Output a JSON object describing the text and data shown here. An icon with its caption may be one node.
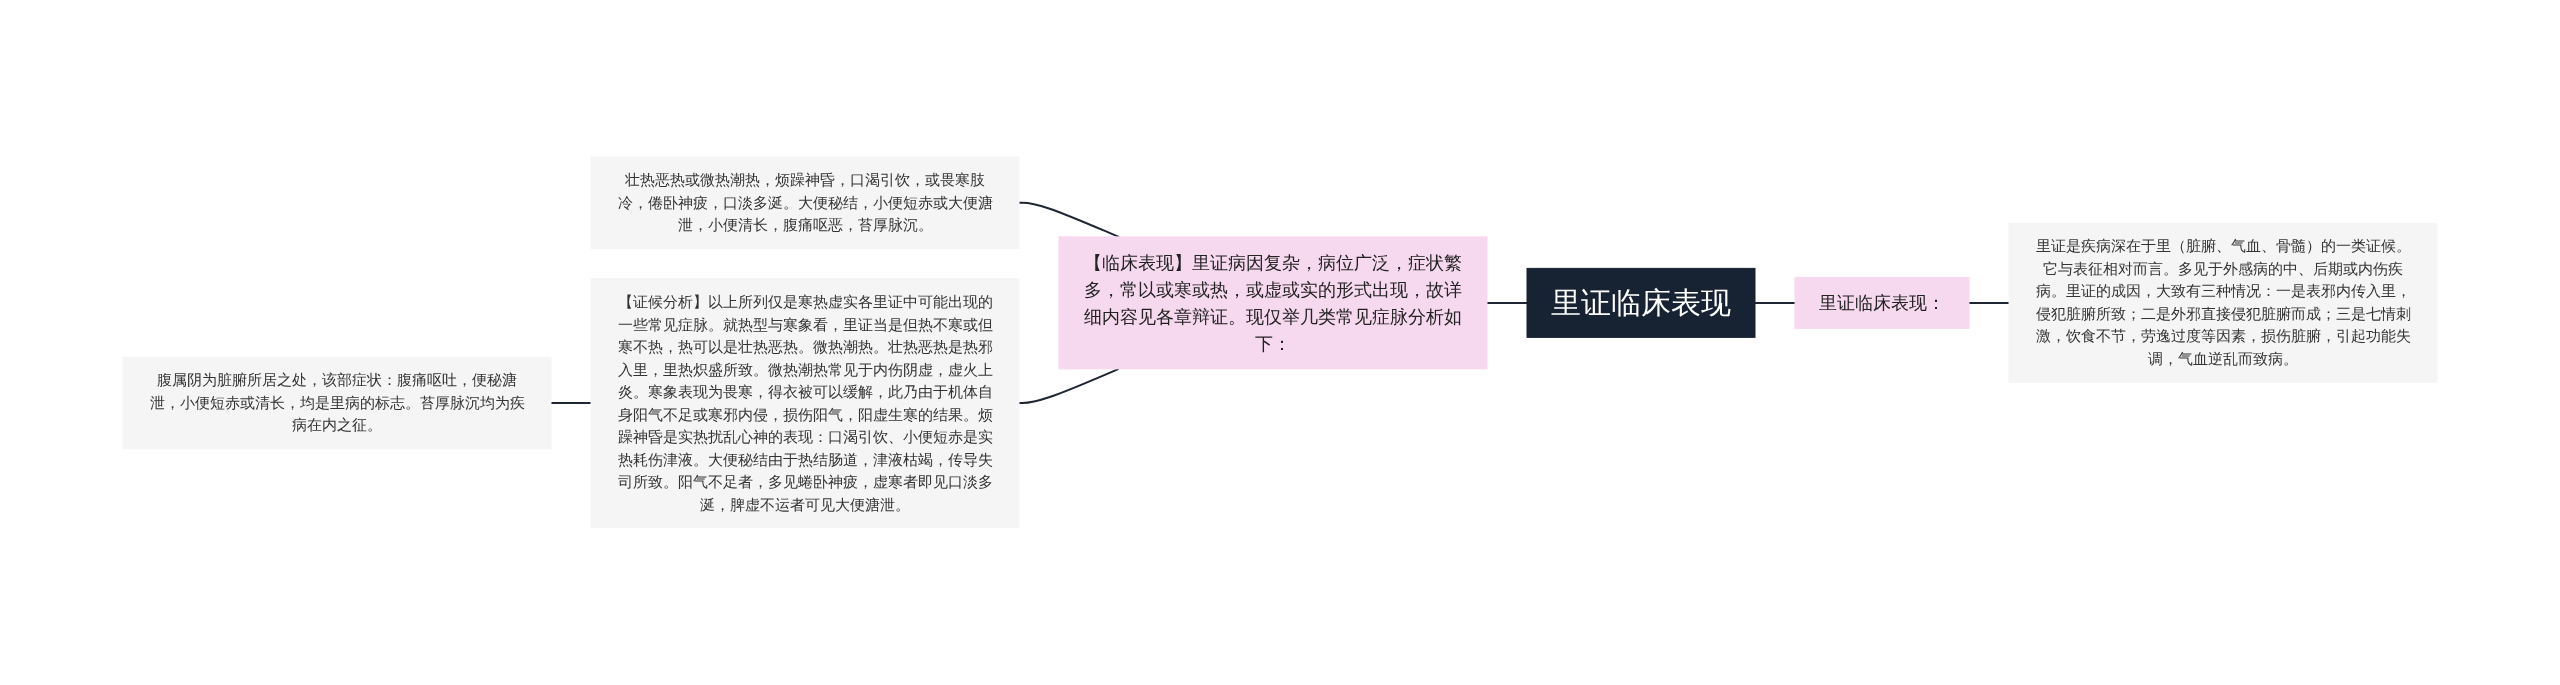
{
  "diagram": {
    "nodes": [
      {
        "text": [
          "里证临床表现"
        ]
      },
      {
        "text": [
          "里证临床表现："
        ]
      },
      {
        "text": [
          "里证是疾病深在于里（脏腑、气血、骨髓）的一类证候。它与表征相对而言。多见于外感病的中、后期或内伤疾病。里证的成因，大致有三种情况：一是表邪内传入里，侵犯脏腑所致；二是外邪直接侵犯脏腑而成；三是七情刺激，饮食不节，劳逸过度等因素，损伤脏腑，引起功能失调，气血逆乱而致病。"
        ]
      },
      {
        "text": [
          "【临床表现】里证病因复杂，病位广泛，症状繁多，常以或寒或热，或虚或实的形式出现，故详细内容见各章辩证。现仅举几类常见症脉分析如下："
        ]
      },
      {
        "text": [
          "壮热恶热或微热潮热，烦躁神昏，口渴引饮，或畏寒肢冷，倦卧神疲，口淡多涎。大便秘结，小便短赤或大便溏泄，小便清长，腹痛呕恶，苔厚脉沉。"
        ]
      },
      {
        "text": [
          "【证候分析】以上所列仅是寒热虚实各里证中可能出现的一些常见症脉。就热型与寒象看，里证当是但热不寒或但寒不热，热可以是壮热恶热。微热潮热。壮热恶热是热邪入里，里热炽盛所致。微热潮热常见于内伤阴虚，虚火上炎。寒象表现为畏寒，得衣被可以缓解，此乃由于机体自身阳气不足或寒邪内侵，损伤阳气，阳虚生寒的结果。烦躁神昏是实热扰乱心神的表现：口渴引饮、小便短赤是实热耗伤津液。大便秘结由于热结肠道，津液枯竭，传导失司所致。阳气不足者，多见蜷卧神疲，虚寒者即见口淡多涎，脾虚不运者可见大便溏泄。"
        ]
      },
      {
        "text": [
          "腹属阴为脏腑所居之处，该部症状：腹痛呕吐，便秘溏泄，小便短赤或清长，均是里病的标志。苔厚脉沉均为疾病在内之征。"
        ]
      }
    ],
    "edges": [
      {
        "from": 3,
        "to": 0,
        "arrow": "none"
      },
      {
        "from": 4,
        "to": 3,
        "arrow": "none"
      },
      {
        "from": 5,
        "to": 3,
        "arrow": "none"
      },
      {
        "from": 6,
        "to": 5,
        "arrow": "none"
      },
      {
        "from": 0,
        "to": 1,
        "arrow": "none"
      },
      {
        "from": 1,
        "to": 2,
        "arrow": "none"
      }
    ]
  }
}
